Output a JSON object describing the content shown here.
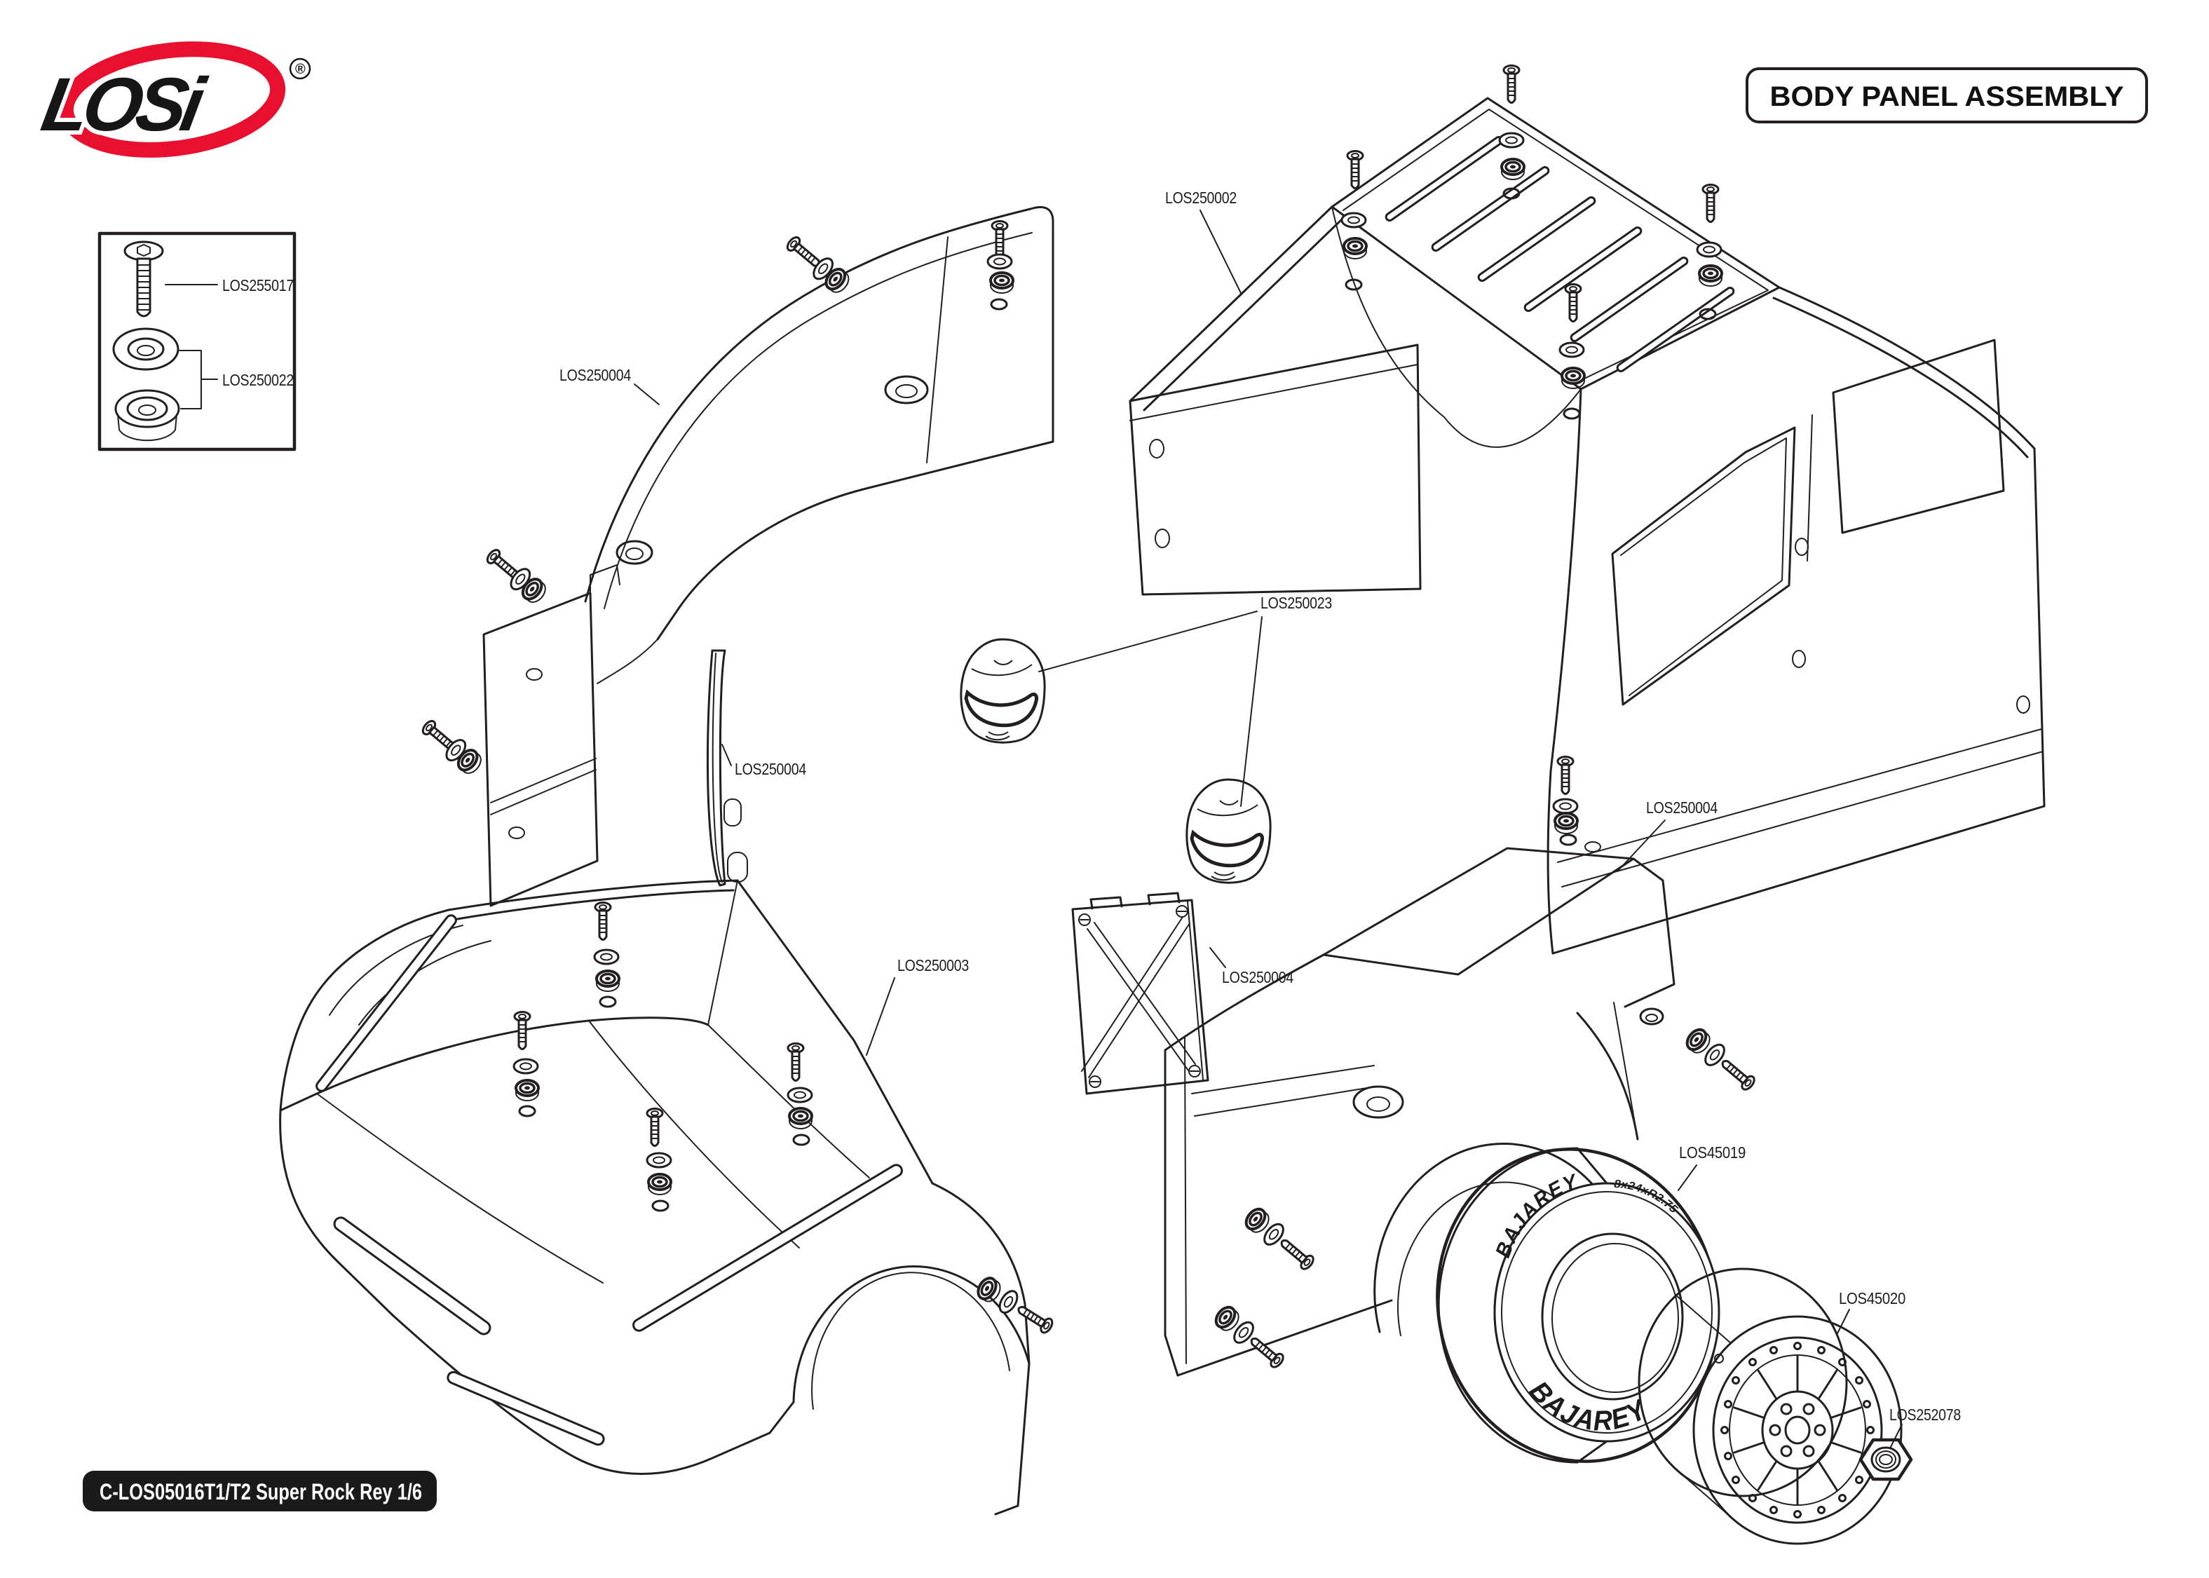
{
  "header": {
    "brand": "LOSi",
    "registered_mark": "®",
    "title": "BODY PANEL ASSEMBLY"
  },
  "footer": {
    "doc_code": "C-LOS05016T1/T2 Super Rock Rey 1/6"
  },
  "inset_parts": {
    "screw": "LOS255017",
    "washer_grommet_set": "LOS250022"
  },
  "callouts": {
    "front_fender": "LOS250004",
    "cab_body": "LOS250002",
    "helmets": "LOS250023",
    "side_strip": "LOS250004",
    "front_body": "LOS250003",
    "cross_panel": "LOS250004",
    "rear_panel": "LOS250004",
    "tire": "LOS45019",
    "wheel": "LOS45020",
    "wheel_nut": "LOS252078"
  },
  "tire_markings": {
    "brand": "BAJAREY",
    "brand2": "BAJAREY",
    "size": "8x24xR2.75"
  },
  "colors": {
    "line": "#231f20",
    "logo_red": "#e8102e",
    "label_bg": "#1a1a1a",
    "background": "#ffffff"
  }
}
